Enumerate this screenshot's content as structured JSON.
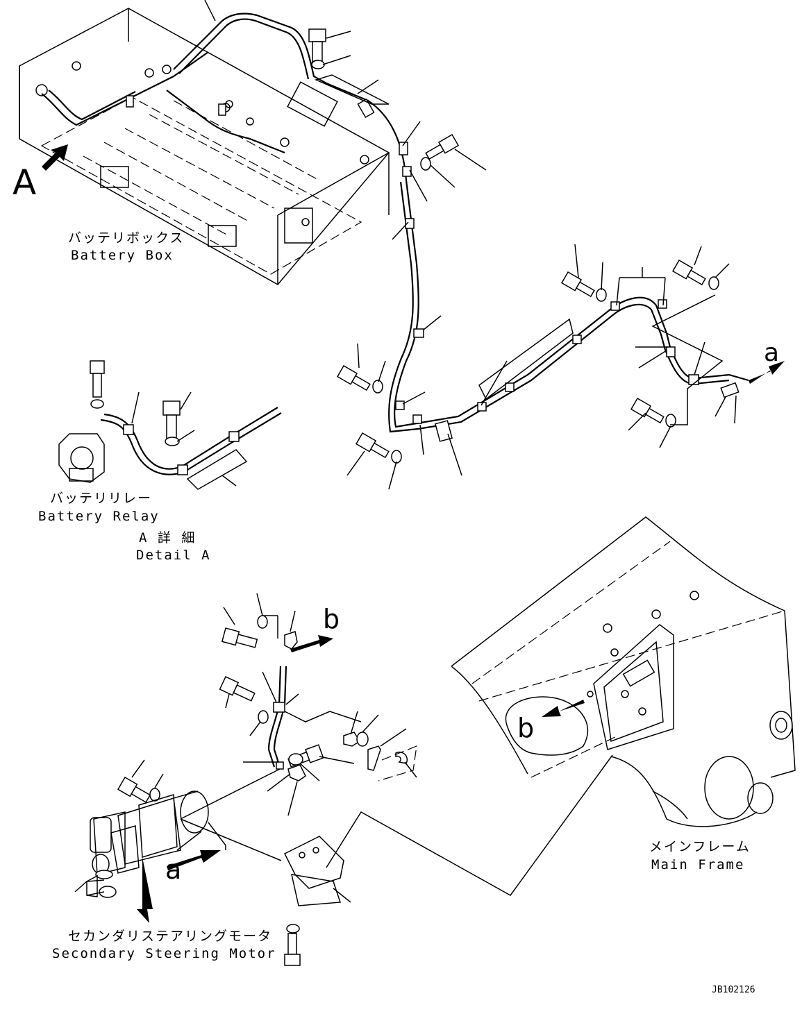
{
  "callouts": {
    "view_a": "A",
    "arrow_a_top": "a",
    "arrow_a_bottom": "a",
    "arrow_b_top": "b",
    "arrow_b_frame": "b"
  },
  "labels": {
    "battery_box_jp": "バッテリボックス",
    "battery_box_en": "Battery Box",
    "battery_relay_jp": "バッテリリレー",
    "battery_relay_en": "Battery Relay",
    "detail_a_jp": "A 詳 細",
    "detail_a_en": "Detail A",
    "main_frame_jp": "メインフレーム",
    "main_frame_en": "Main Frame",
    "steering_motor_jp": "セカンダリステアリングモータ",
    "steering_motor_en": "Secondary Steering Motor"
  },
  "drawing_number": "JB102126"
}
